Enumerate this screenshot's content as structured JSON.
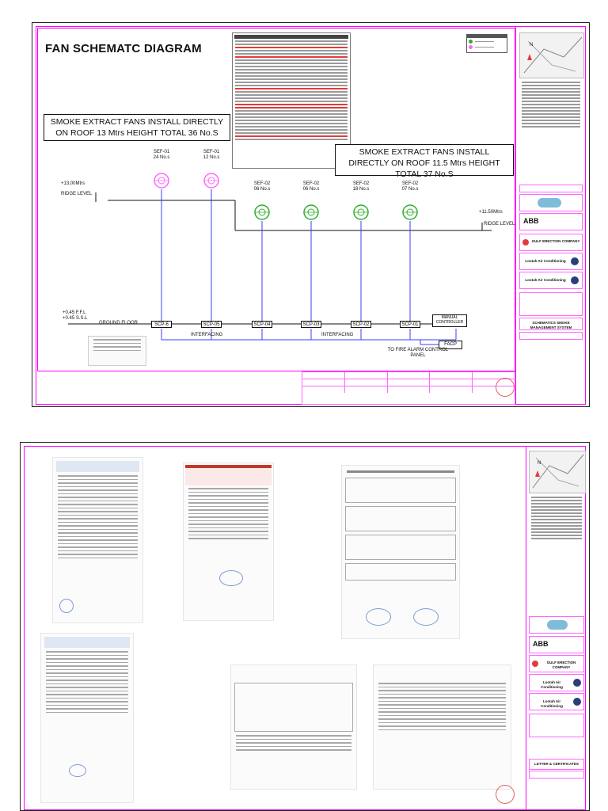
{
  "sheet1": {
    "title": "FAN SCHEMATC DIAGRAM",
    "callout_left": "SMOKE EXTRACT  FANS INSTALL DIRECTLY ON ROOF 13 Mtrs HEIGHT TOTAL 36 No.S",
    "callout_right": "SMOKE EXTRACT  FANS INSTALL DIRECTLY ON ROOF 11.5 Mtrs HEIGHT TOTAL 37 No.S",
    "level_left": "+13,00Mtrs",
    "ridge_left": "RIDGE LEVEL",
    "level_right": "+11.50Mtrs",
    "ridge_right": "RIDGE LEVEL",
    "ffl": "+0,45 F.F.L",
    "ssl": "+0.45 S.S.L",
    "ground_floor": "GROUND FLOOR",
    "interfacing_1": "INTERFACING",
    "interfacing_2": "INTERFACING",
    "manual_controller": "MANUAL CONTROLLER",
    "fire_alarm_panel": "TO FIRE ALARM CONTROL PANEL",
    "facp": "FACP",
    "fans": [
      {
        "id": "SEF-01",
        "qty": "24 No.s",
        "color": "#ff66ff"
      },
      {
        "id": "SEF-01",
        "qty": "12 No.s",
        "color": "#ff66ff"
      },
      {
        "id": "SEF-02",
        "qty": "06 No.s",
        "color": "#2fae2f"
      },
      {
        "id": "SEF-02",
        "qty": "06 No.s",
        "color": "#2fae2f"
      },
      {
        "id": "SEF-02",
        "qty": "18 No.s",
        "color": "#2fae2f"
      },
      {
        "id": "SEF-02",
        "qty": "07 No.s",
        "color": "#2fae2f"
      }
    ],
    "panels": [
      "SCP-6",
      "SCP-05",
      "SCP-04",
      "SCP-03",
      "SCP-02",
      "SCP-01"
    ],
    "titleblock_drawing": "SCHEMATICS SMOKE MANAGEMENT SYSTEM"
  },
  "sheet2": {
    "titleblock_drawing": "LETTER & CERTIFICATES"
  },
  "shared": {
    "company_1": "GULF ERECTION COMPANY",
    "company_2": "Lootah Air Conditioning",
    "company_3": "Lootah Air Conditioning",
    "logo_letters": "ABB"
  },
  "colors": {
    "frame": "#ff00ff",
    "fan_pink": "#ff66ff",
    "fan_green": "#2fae2f",
    "wire_blue": "#3c3cff",
    "stamp_red": "#e23b3b"
  }
}
